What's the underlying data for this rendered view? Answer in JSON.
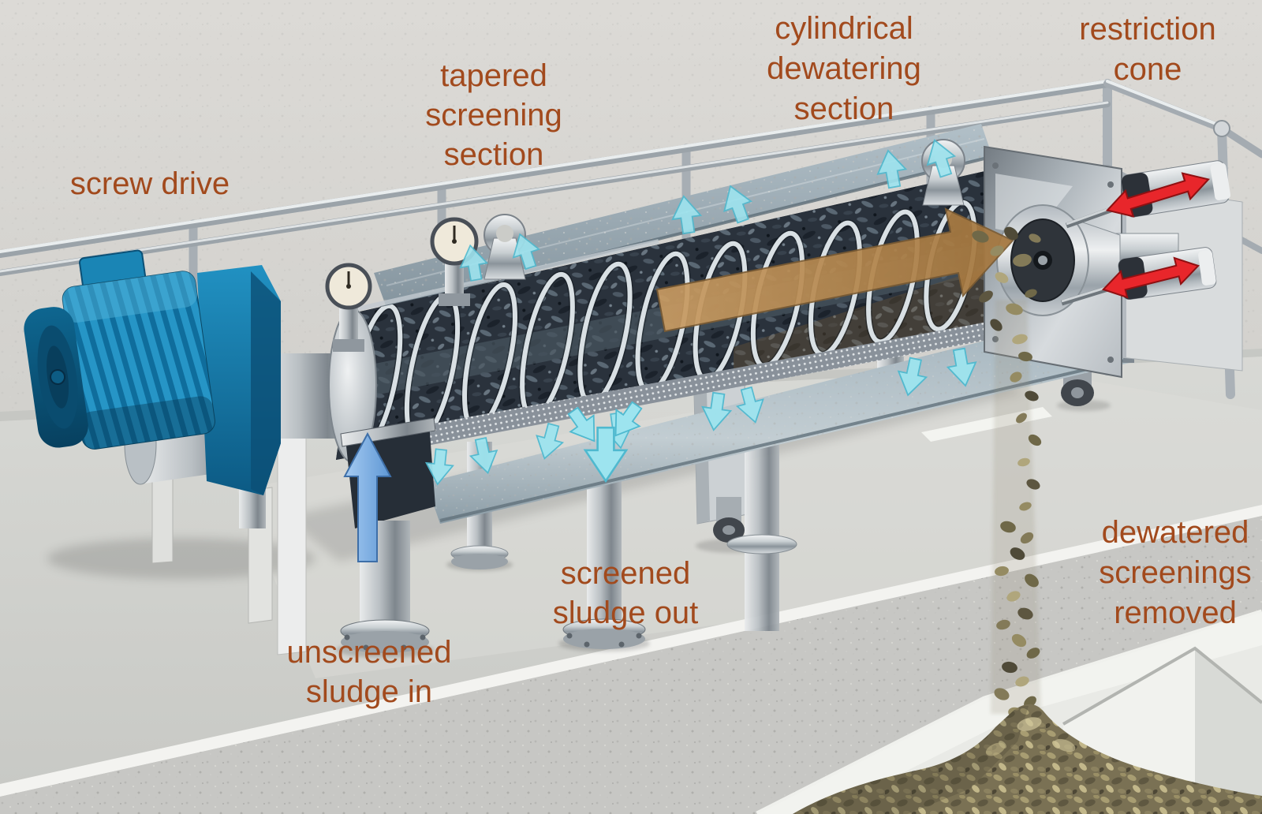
{
  "labels": {
    "screw_drive": "screw drive",
    "tapered_screening_section": "tapered\nscreening\nsection",
    "cylindrical_dewatering_section": "cylindrical\ndewatering\nsection",
    "restriction_cone": "restriction\ncone",
    "unscreened_sludge_in": "unscreened\nsludge in",
    "screened_sludge_out": "screened\nsludge out",
    "dewatered_screenings_removed": "dewatered\nscreenings\nremoved"
  },
  "flow_indicators": [
    {
      "name": "unscreened-sludge-in-arrow",
      "direction": "up",
      "color": "#7db3e8"
    },
    {
      "name": "sludge-transport-arrow",
      "direction": "right-along-screw",
      "color": "#b78a52"
    },
    {
      "name": "filtrate-water-arrows",
      "direction": "out-through-screen-and-down",
      "color": "#8fdde4"
    },
    {
      "name": "screened-sludge-out-arrow",
      "direction": "merge-down-into-drain",
      "color": "#8fdde4"
    },
    {
      "name": "restriction-cone-motion-arrows",
      "direction": "double-headed-axial",
      "color": "#e8262b"
    }
  ],
  "colors": {
    "label_text": "#a24a1d",
    "background_wall": "#d9d7d3",
    "motor_blue": "#1b82b0",
    "steel_light": "#d6dadd",
    "steel_mid": "#9aa4ab",
    "sludge_dark": "#262e38",
    "screenings_olive": "#8a8160",
    "red_arrow": "#e8262b",
    "cyan_arrow": "#8fdde4",
    "brown_arrow": "#b78a52",
    "blue_arrow": "#7db3e8"
  }
}
